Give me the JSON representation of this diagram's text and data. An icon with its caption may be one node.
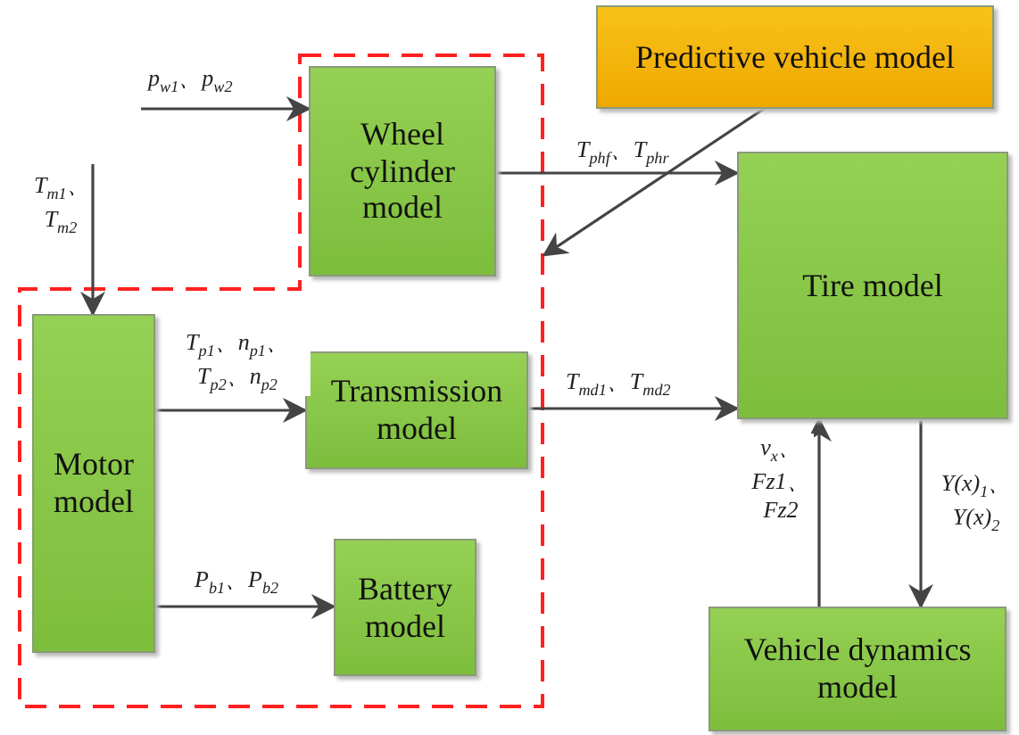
{
  "diagram": {
    "nodes": [
      {
        "text": [],
        "shape": "box"
      },
      {
        "text": [
          "Predictive vehicle model"
        ]
      },
      {
        "text": [
          "Wheel cylinder model"
        ],
        "in": 0
      },
      {
        "text": [
          "Motor model"
        ],
        "in": 0
      },
      {
        "text": [
          "Transmission model"
        ],
        "in": 0
      },
      {
        "text": [
          "Tire model"
        ]
      },
      {
        "text": [
          "Battery model"
        ],
        "in": 0
      },
      {
        "text": [
          "Vehicle dynamics model"
        ]
      }
    ],
    "edges": [
      {
        "from": null,
        "to": 2,
        "arrow": "to",
        "label": "p$_{w1}$、p$_{w2}$"
      },
      {
        "from": null,
        "to": 3,
        "arrow": "to",
        "label": "T$_{m1}$、T$_{m2}$"
      },
      {
        "from": 2,
        "to": 5,
        "arrow": "to",
        "label": "T$_{phf}$、T$_{phr}$"
      },
      {
        "from": 1,
        "to": 0,
        "arrow": "to"
      },
      {
        "from": 3,
        "to": 4,
        "arrow": "to",
        "label": "T$_{p1}$、n$_{p1}$、 T$_{p2}$、n$_{p2}$"
      },
      {
        "from": 3,
        "to": 6,
        "arrow": "to",
        "label": "P$_{b1}$、P$_{b2}$"
      },
      {
        "from": 4,
        "to": 5,
        "arrow": "to",
        "label": "T$_{md1}$、T$_{md2}$"
      },
      {
        "from": 7,
        "to": 5,
        "arrow": "to",
        "label": "v$_{x}$、Fz1、Fz2"
      },
      {
        "from": 5,
        "to": 7,
        "arrow": "to",
        "label": "Y(x)$_{1}$、Y(x)$_{2}$"
      }
    ]
  }
}
